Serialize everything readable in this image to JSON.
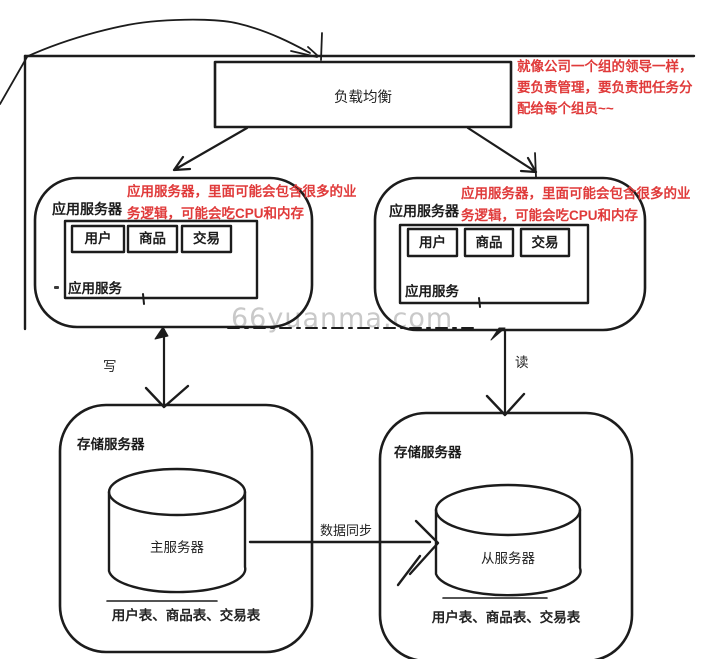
{
  "watermark": "66yuanma.com",
  "colors": {
    "stroke": "#1c1c1c",
    "annotation": "#e03a3a",
    "watermark": "#c9c9c9"
  },
  "load_balancer": {
    "label": "负载均衡"
  },
  "leader_note": {
    "line1": "就像公司一个组的领导一样，",
    "line2": "要负责管理，要负责把任务分",
    "line3": "配给每个组员~~"
  },
  "app_servers": [
    {
      "title": "应用服务器",
      "note_line1": "应用服务器，里面可能会包含很多的业",
      "note_line2": "务逻辑，可能会吃CPU和内存",
      "modules": [
        "用户",
        "商品",
        "交易"
      ],
      "service_label": "应用服务"
    },
    {
      "title": "应用服务器",
      "note_line1": "应用服务器，里面可能会包含很多的业",
      "note_line2": "务逻辑，可能会吃CPU和内存",
      "modules": [
        "用户",
        "商品",
        "交易"
      ],
      "service_label": "应用服务"
    }
  ],
  "flows": {
    "write": "写",
    "read": "读",
    "sync": "数据同步"
  },
  "storage_servers": [
    {
      "title": "存储服务器",
      "db": "主服务器",
      "tables": "用户表、商品表、交易表"
    },
    {
      "title": "存储服务器",
      "db": "从服务器",
      "tables": "用户表、商品表、交易表"
    }
  ]
}
